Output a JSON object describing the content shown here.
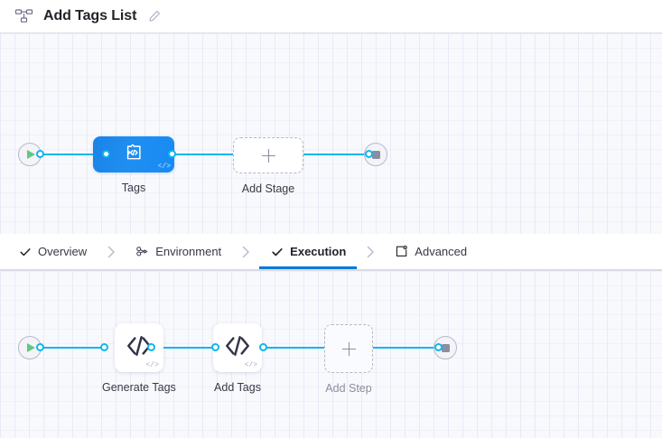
{
  "header": {
    "icon": "pipeline-icon",
    "title": "Add Tags List",
    "edit_icon": "pencil-icon"
  },
  "stage_canvas": {
    "start_node": {
      "icon": "play-icon",
      "name": "start-node"
    },
    "end_node": {
      "icon": "stop-icon",
      "name": "end-node"
    },
    "nodes": [
      {
        "id": "tags-stage",
        "label": "Tags",
        "type": "stage",
        "icon": "custom-stage-icon",
        "badge": "</>"
      },
      {
        "id": "add-stage",
        "label": "Add Stage",
        "type": "add",
        "icon": "plus-icon"
      }
    ]
  },
  "tabs": {
    "items": [
      {
        "id": "overview",
        "label": "Overview",
        "icon": "check-icon",
        "active": false
      },
      {
        "id": "environment",
        "label": "Environment",
        "icon": "infrastructure-icon",
        "active": false
      },
      {
        "id": "execution",
        "label": "Execution",
        "icon": "check-icon",
        "active": true
      },
      {
        "id": "advanced",
        "label": "Advanced",
        "icon": "advanced-icon",
        "active": false
      }
    ],
    "separator": "chevron-right-icon"
  },
  "step_canvas": {
    "start_node": {
      "icon": "play-icon",
      "name": "start-node"
    },
    "end_node": {
      "icon": "stop-icon",
      "name": "end-node"
    },
    "nodes": [
      {
        "id": "generate-tags",
        "label": "Generate Tags",
        "type": "step",
        "icon": "code-icon",
        "badge": "</>"
      },
      {
        "id": "add-tags",
        "label": "Add Tags",
        "type": "step",
        "icon": "code-icon",
        "badge": "</>"
      },
      {
        "id": "add-step",
        "label": "Add Step",
        "type": "add",
        "icon": "plus-icon"
      }
    ]
  },
  "colors": {
    "accent_blue": "#0fb6ed",
    "tab_active": "#0b7bd4",
    "stage_blue": "#1f8ef1",
    "play_green": "#5fc97f",
    "canvas_bg": "#f8f9fd"
  }
}
